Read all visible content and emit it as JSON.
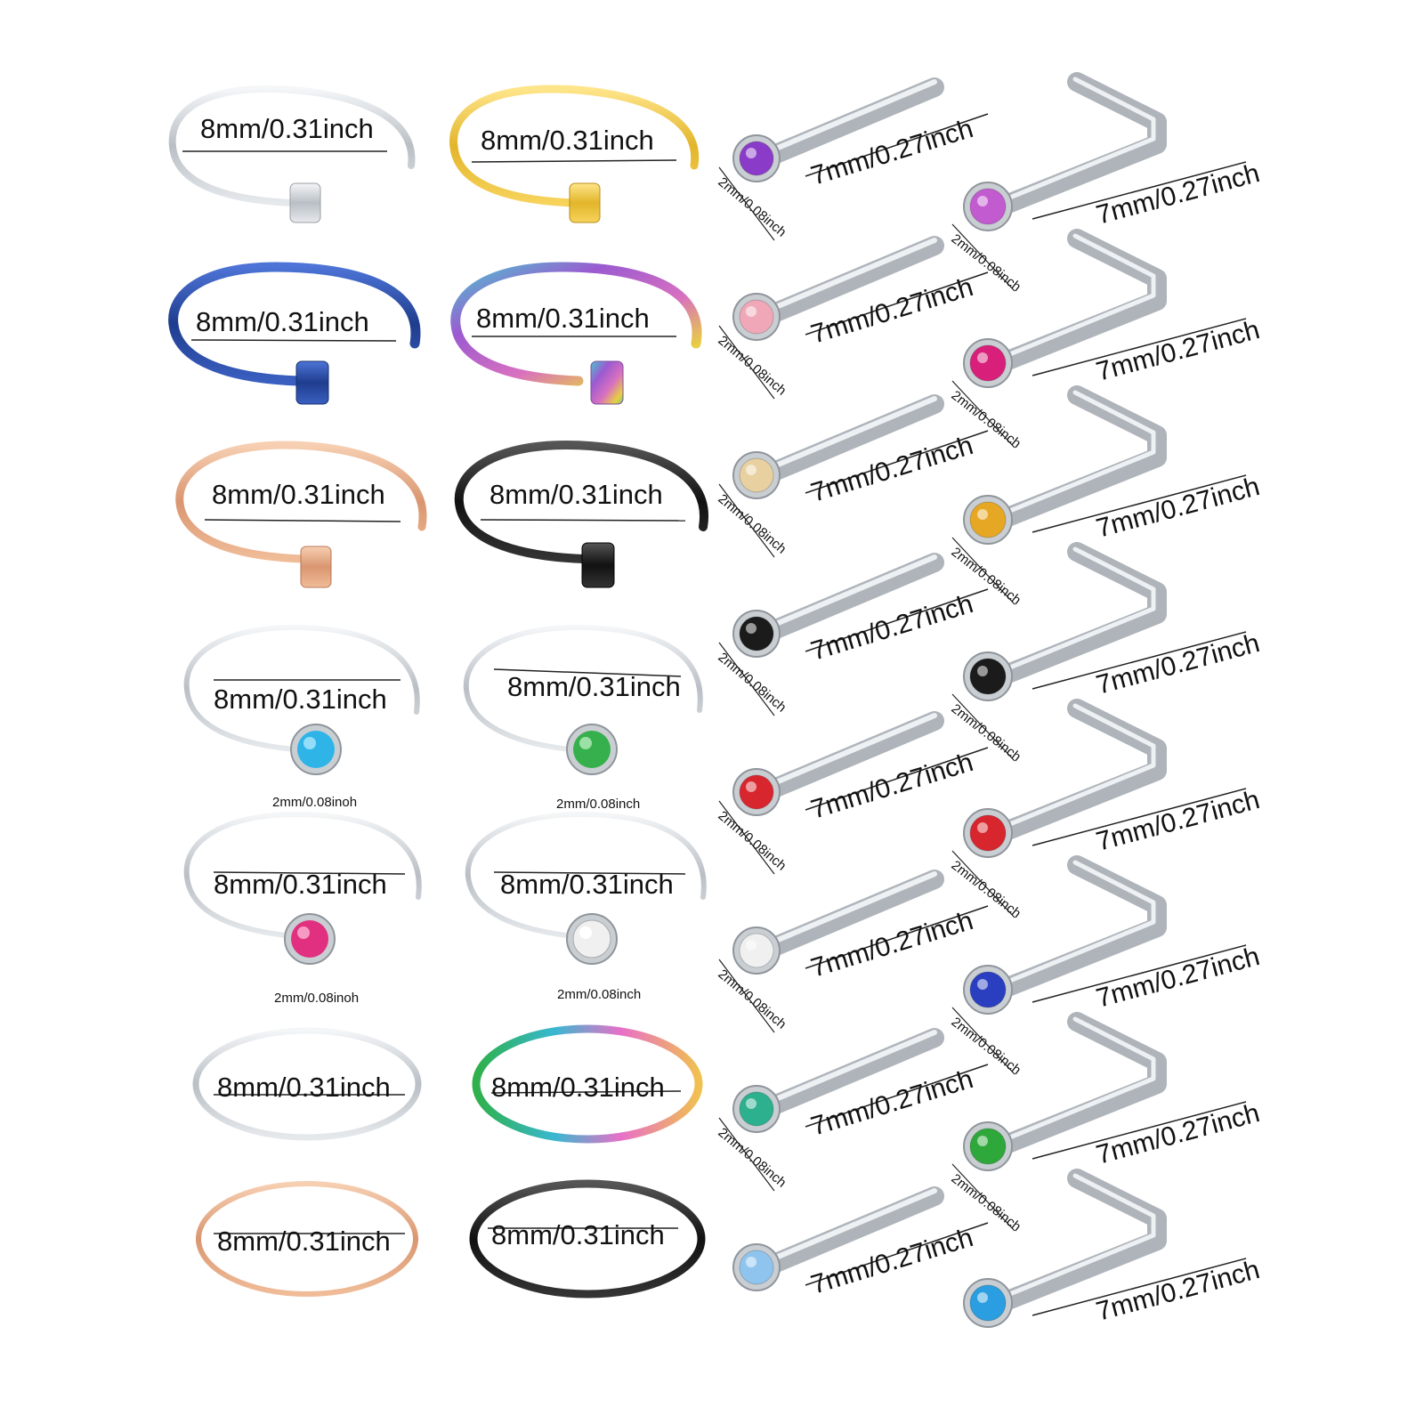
{
  "labels": {
    "hoop_size": "8mm/0.31inch",
    "stud_length": "7mm/0.27inch",
    "gem_size": "2mm/0.08inch",
    "gem_size_variant": "2mm/0.08inoh"
  },
  "colors": {
    "silver": "#c9ced3",
    "gold": "#f0c53c",
    "blue": "#2a4fa8",
    "rainbow_a": "#9b5ad0",
    "rainbow_b": "#49c0c8",
    "rose_gold": "#e7ac86",
    "black": "#1c1c1c",
    "aqua_gem": "#2fb4e8",
    "green_gem": "#35b04c",
    "pink_gem": "#e0307f",
    "clear_gem": "#f0f0f0",
    "purple_gem": "#8a3cc8",
    "light_pink_gem": "#f0a8b8",
    "champagne_gem": "#e8d0a0",
    "black_gem": "#1b1b1b",
    "red_gem": "#d8262e",
    "teal_gem": "#2cb08e",
    "light_blue_gem": "#8fc4ee",
    "violet_gem": "#c25ad0",
    "fuchsia_gem": "#d8207a",
    "amber_gem": "#e6a824",
    "sapphire_gem": "#2a3fc0",
    "emerald_gem": "#2ea83a",
    "sky_gem": "#2a9ee0"
  }
}
